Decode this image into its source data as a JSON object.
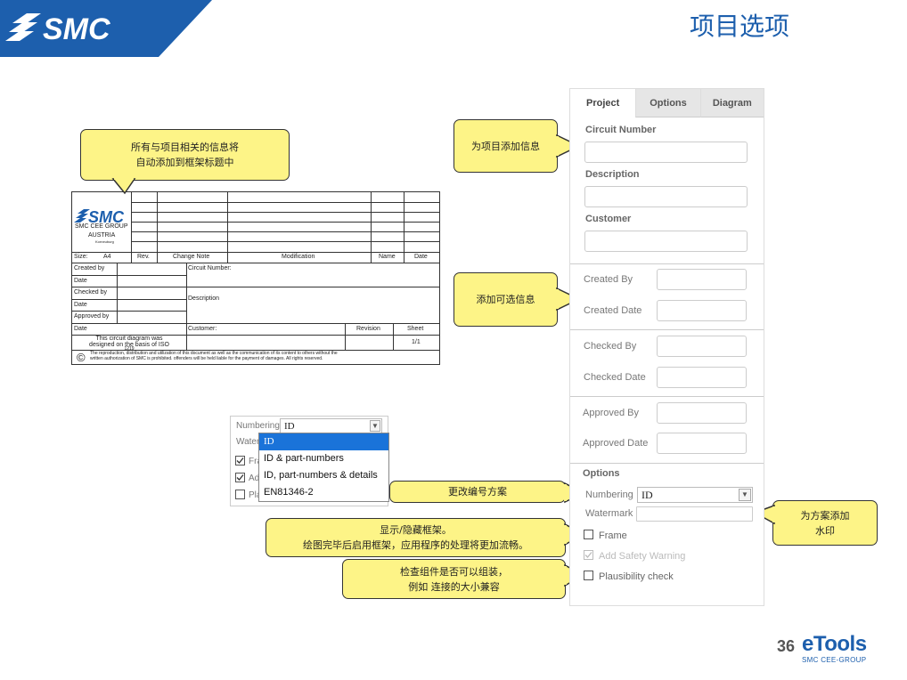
{
  "header": {
    "logo_text": "SMC",
    "slide_title": "项目选项"
  },
  "title_block": {
    "company_name": "SMC CEE GROUP",
    "country": "AUSTRIA",
    "city": "Korneuburg",
    "size_label": "Size:",
    "size_value": "A4",
    "rev_label": "Rev.",
    "change_note_label": "Change Note",
    "modification_label": "Modification",
    "name_label": "Name",
    "date_label": "Date",
    "created_by": "Created by",
    "date_1": "Date",
    "checked_by": "Checked by",
    "date_2": "Date",
    "approved_by": "Approved by",
    "date_3": "Date",
    "circuit_number": "Circuit Number:",
    "description": "Description",
    "customer": "Customer:",
    "revision": "Revision",
    "sheet": "Sheet",
    "sheet_value": "1/1",
    "iso_line1": "This circuit diagram was",
    "iso_line2": "designed on the basis of ISO",
    "iso_line3": "1219",
    "copyright_symbol": "©",
    "disclaimer1": "The reproduction, distribution and utilization of this document as well as the communication of its content to others without the",
    "disclaimer2": "written authorization of SMC is prohibited. offenders will be held liable for the payment of damages. All rights reserved."
  },
  "callouts": {
    "title_block_info_1": "所有与项目相关的信息将",
    "title_block_info_2": "自动添加到框架标题中",
    "add_project_info": "为项目添加信息",
    "add_optional_info": "添加可选信息",
    "change_numbering": "更改编号方案",
    "frame_1": "显示/隐藏框架。",
    "frame_2": "绘图完毕后启用框架，应用程序的处理将更加流畅。",
    "plausibility_1": "检查组件是否可以组装，",
    "plausibility_2": "例如 连接的大小兼容",
    "watermark_1": "为方案添加",
    "watermark_2": "水印"
  },
  "panel": {
    "tabs": [
      {
        "label": "Project",
        "active": true
      },
      {
        "label": "Options",
        "active": false
      },
      {
        "label": "Diagram",
        "active": false
      }
    ],
    "circuit_number_label": "Circuit Number",
    "description_label": "Description",
    "customer_label": "Customer",
    "created_by_label": "Created By",
    "created_date_label": "Created Date",
    "checked_by_label": "Checked By",
    "checked_date_label": "Checked Date",
    "approved_by_label": "Approved By",
    "approved_date_label": "Approved Date",
    "options_heading": "Options",
    "numbering_label": "Numbering",
    "numbering_value": "ID",
    "watermark_label": "Watermark",
    "frame_label": "Frame",
    "safety_warning_label": "Add Safety Warning",
    "plausibility_label": "Plausibility check"
  },
  "dropdown_demo": {
    "numbering_label": "Numbering",
    "selected_value": "ID",
    "watermark_truncated": "Water",
    "frame_truncated": "Fra",
    "add_truncated": "Add",
    "plausibility_truncated": "Pla",
    "options": [
      "ID",
      "ID & part-numbers",
      "ID, part-numbers & details",
      "EN81346-2"
    ]
  },
  "footer": {
    "page_number": "36",
    "brand": "eTools",
    "brand_sub": "SMC CEE-GROUP"
  },
  "colors": {
    "accent_blue": "#1d5fad",
    "callout_yellow": "#fdf487",
    "selection_blue": "#1a73d9"
  }
}
